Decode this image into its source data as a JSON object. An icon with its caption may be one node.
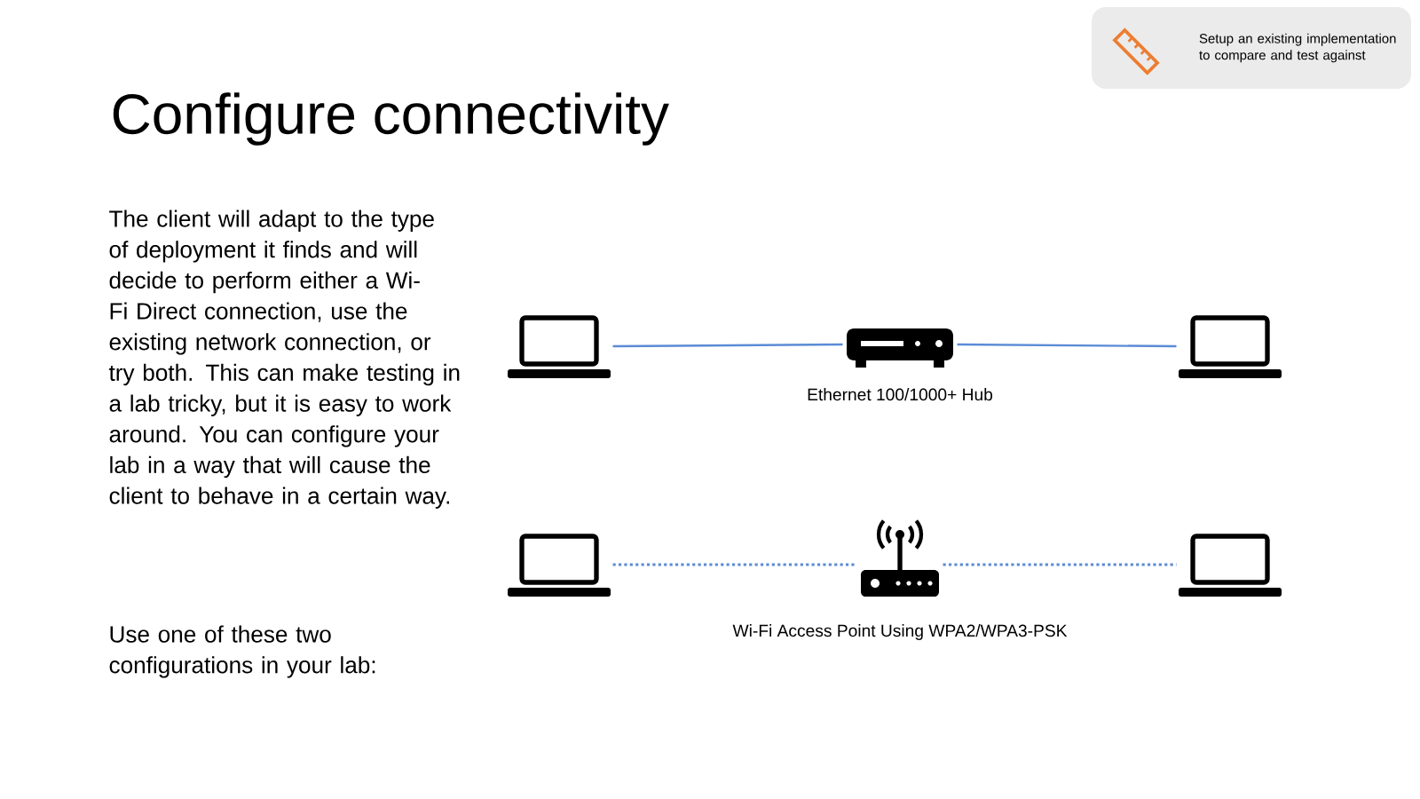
{
  "diagram": {
    "title": "Configure connectivity",
    "nodes": [
      {
        "text": [
          "Setup an existing implementation to compare and test against"
        ]
      },
      {
        "text": [],
        "shape": "laptop"
      },
      {
        "text": [],
        "shape": "hub",
        "beside": [
          "Ethernet 100/1000+ Hub"
        ]
      },
      {
        "text": [],
        "shape": "laptop"
      },
      {
        "text": [],
        "shape": "laptop"
      },
      {
        "text": [],
        "shape": "router",
        "beside": [
          "Wi-Fi Access Point Using WPA2/WPA3-PSK"
        ]
      },
      {
        "text": [],
        "shape": "laptop"
      }
    ],
    "edges": [
      {
        "from": 1,
        "to": 2,
        "arrow": "none"
      },
      {
        "from": 2,
        "to": 3,
        "arrow": "none"
      },
      {
        "from": 4,
        "to": 5,
        "arrow": "none",
        "style": "dashed"
      },
      {
        "from": 5,
        "to": 6,
        "arrow": "none",
        "style": "dashed"
      }
    ],
    "labels": [
      "The client will adapt to the type of deployment it finds and will decide to perform either a Wi-Fi Direct connection, use the existing network connection, or try both.   This can make testing in a lab tricky, but it is easy to work around.  You can configure your lab in a way that will cause the client to behave in a certain way.",
      "Use one of these two configurations in your lab:"
    ]
  }
}
